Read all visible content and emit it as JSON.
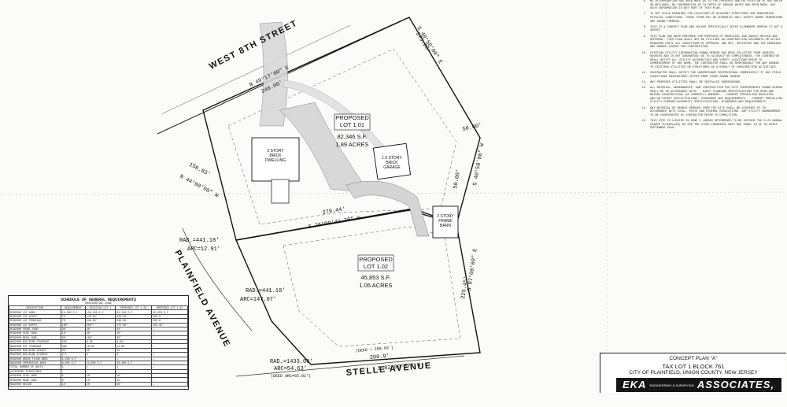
{
  "streets": {
    "west_8th": "WEST 8TH STREET",
    "plainfield": "PLAINFIELD AVENUE",
    "stelle": "STELLE AVENUE"
  },
  "dimensions": {
    "north_bearing": "N 49°17'00\" E",
    "north_length": "246.00'",
    "east_bearing_upper": "S 40°50'00\" E",
    "east_length_upper": "275.00'",
    "east_tick_a": "50.00'",
    "east_bearing_mid": "S 40°50'00\" W",
    "east_tick_b": "50.00'",
    "west_bearing": "N 44°00'00\" W",
    "west_length": "156.83'",
    "lot_line": "S 76°09'41.70\" W",
    "lot_line_length": "279.44'",
    "rad_1": "RAD.=441.18'",
    "arc_1": "ARC=12.91'",
    "rad_2": "RAD.=441.18'",
    "arc_2": "ARC=147.07'",
    "rad_3": "RAD.=1433.00'",
    "arc_3": "ARC=54.63'",
    "arc_3_deed": "(DEED ARC=55.01')",
    "south_bearing": "S 82°00'37\" W",
    "south_length": "(DEED = 200.89')",
    "south_length_2": "200.9'",
    "east_bearing_lower": "S 07°00'00\" E",
    "east_length_lower": "225.45'"
  },
  "lots": [
    {
      "title": "PROPOSED",
      "name": "LOT 1.01",
      "area_sf": "82,346 S.F.",
      "area_ac": "1.89 ACRES"
    },
    {
      "title": "PROPOSED",
      "name": "LOT 1.02",
      "area_sf": "45,853 S.F.",
      "area_ac": "1.05 ACRES"
    }
  ],
  "buildings": {
    "dwelling": [
      "3 STORY",
      "BRICK",
      "DWELLING"
    ],
    "garage": [
      "1.5 STORY",
      "BRICK",
      "GARAGE"
    ],
    "barn": [
      "2 STORY",
      "FRAME",
      "BARN"
    ]
  },
  "notes": [
    {
      "num": "6.",
      "text": "NO DETERMINATION HAS BEEN MADE AS TO THE PRESENCE AND/OR LOCATION OF ANY WATER OR WETLANDS. NO INFORMATION AS TO DEPTH OF GROUND WATER HAS BEEN MADE. ANY SUCH INFORMATION IS NOT PART OF THIS PLAN."
    },
    {
      "num": "7.",
      "text": "TO NOT SCALE DRAWINGS FOR LOCATIONS OF ADJACENT STRUCTURES AND SUBSURFACE PHYSICAL CONDITIONS. THESE ITEMS MAY BE SCHEMATIC ONLY EXCEPT WHERE DIMENSIONS ARE SHOWN THEREON."
    },
    {
      "num": "8.",
      "text": "THIS IS A CONCEPT PLAN AND UNLESS SPECIFICALLY NOTED ELSEWHERE HEREON IT NOT A SURVEY."
    },
    {
      "num": "9.",
      "text": "THIS PLAN HAS BEEN PREPARED FOR PURPOSES OF MUNICIPAL AND AGENCY REVIEW AND APPROVAL. THIS PLAN SHALL NOT BE UTILIZED AS CONSTRUCTION DOCUMENTS OR DETAIL DRAWINGS UNTIL ALL CONDITIONS OF APPROVAL ARE MET, SATISFIED AND THE DRAWINGS ARE MARKED ISSUED FOR CONSTRUCTION."
    },
    {
      "num": "10.",
      "text": "EXISTING UTILITY INFORMATION SHOWN HEREON HAS BEEN COLLECTED FROM VARIOUS SOURCES AND IS NOT GUARANTEED AS TO ACCURACY OR COMPLETENESS. THE CONTRACTOR SHALL NOTIFY ALL UTILITY AUTHORITIES AND VERIFY LOCATIONS PRIOR TO COMMENCEMENT OF ANY WORK. THE CONTRACTOR SHALL BE RESPONSIBLE FOR ANY DAMAGE TO EXISTING UTILITIES OR STRUCTURES AS A RESULT OF CONSTRUCTION ACTIVITIES."
    },
    {
      "num": "11.",
      "text": "CONTRACTOR SHALL NOTIFY THE UNDERSIGNED PROFESSIONAL IMMEDIATELY IF ANY FIELD CONDITIONS ENCOUNTERED DIFFER FROM THOSE SHOWN HEREON."
    },
    {
      "num": "12.",
      "text": "ANY PROPOSED UTILITIES SHALL BE INSTALLED UNDERGROUND."
    },
    {
      "num": "13.",
      "text": "ALL MATERIAL, WORKMANSHIP, AND CONSTRUCTION FOR SITE IMPROVEMENTS SHOWN HEREON SHALL BE IN ACCORDANCE WITH: - NJDOT STANDARD SPECIFICATIONS FOR ROAD AND BRIDGE CONSTRUCTION, AS CURRENTLY AMENDED. - CURRENT PREVAILING MUNICIPAL AND/OR COUNTY SPECIFICATIONS, STANDARDS AND REQUIREMENTS. - CURRENT PREVAILING UTILITY COMPANY/AUTHORITY SPECIFICATIONS, STANDARDS AND REQUIREMENTS."
    },
    {
      "num": "14.",
      "text": "ANY MATERIAL OR DEBRIS REMOVED FROM THE SITE SHALL BE DISPOSED OF IN ACCORDANCE WITH LOCAL, STATE AND FEDERAL REGULATIONS. ANY UTILITY ABANDONMENT TO BE COORDINATED BY CONTRACTOR PRIOR TO DEMOLITION."
    },
    {
      "num": "15.",
      "text": "THIS SITE IS LOCATED IN ZONE X (AREAS DETERMINED TO BE OUTSIDE THE 0.2% ANNUAL CHANCE FLOODPLAIN) AS PER THE FLOOD INSURANCE RATE MAP PANEL 34 OF 39 DATED SEPTEMBER 2010."
    }
  ],
  "schedule": {
    "title": "SCHEDULE OF GENERAL REQUIREMENTS",
    "subtitle": "RESIDENTIAL ZONE",
    "headers": [
      "DESCRIPTION",
      "REQUIREMENT",
      "EXISTING LOT 1",
      "PROPOSED LOT 1.01",
      "PROPOSED LOT 1.02"
    ],
    "rows": [
      [
        "MINIMUM LOT AREA",
        "10,000 S.F.",
        "128,199 S.F.",
        "82,346 S.F.",
        "45,853 S.F."
      ],
      [
        "MINIMUM LOT WIDTH",
        "75'",
        "246.00'",
        "246.00'",
        "200.9'"
      ],
      [
        "MINIMUM LOT FRONTAGE",
        "75'",
        "246.00'",
        "246.00'",
        "200.9'"
      ],
      [
        "MINIMUM LOT DEPTH",
        "100'",
        "500'+",
        "275.00'",
        "225.45'"
      ],
      [
        "MINIMUM FRONT YARD",
        "30'",
        "50'",
        "50'",
        "—"
      ],
      [
        "MINIMUM SIDE YARD",
        "10'",
        "40'",
        "40'",
        "—"
      ],
      [
        "MINIMUM REAR YARD",
        "30'",
        "150'",
        "60'",
        "—"
      ],
      [
        "MAXIMUM BUILDING COVERAGE",
        "25%",
        "6.2%",
        "9.6%",
        "—"
      ],
      [
        "MAXIMUM LOT COVERAGE",
        "40%",
        "18.4%",
        "24.8%",
        "—"
      ],
      [
        "MAXIMUM BUILDING HEIGHT",
        "35'",
        "35'",
        "35'",
        "—"
      ],
      [
        "MAXIMUM BUILDING STORIES",
        "2.5",
        "3",
        "3",
        "—"
      ],
      [
        "MINIMUM GROSS FLOOR AREA",
        "1,200 S.F.",
        "—",
        "—",
        "—"
      ],
      [
        "MAXIMUM IMPERVIOUS AREA",
        "6,000 S.F.",
        "23,600 S.F.",
        "20,400 S.F.",
        "—"
      ],
      [
        "TOTAL NUMBER OF UNITS",
        "1",
        "1",
        "1",
        "—"
      ],
      [
        "ACCESSORY STRUCTURES",
        "—",
        "",
        "",
        ""
      ],
      [
        "MINIMUM SIDE YARD",
        "5'",
        "10'",
        "10'",
        "—"
      ],
      [
        "MINIMUM REAR YARD",
        "5'",
        "15'",
        "15'",
        "—"
      ],
      [
        "MAXIMUM HEIGHT",
        "15'",
        "20'",
        "20'",
        "—"
      ]
    ]
  },
  "title_block": {
    "plan": "CONCEPT PLAN \"A\"",
    "lot": "TAX LOT 1    BLOCK 761",
    "location": "CITY OF PLAINFIELD, UNION COUNTY, NEW JERSEY",
    "logo_main": "EKA",
    "logo_small": "ENGINEERING & SURVEYING",
    "logo_firm": "ASSOCIATES, P.A."
  }
}
